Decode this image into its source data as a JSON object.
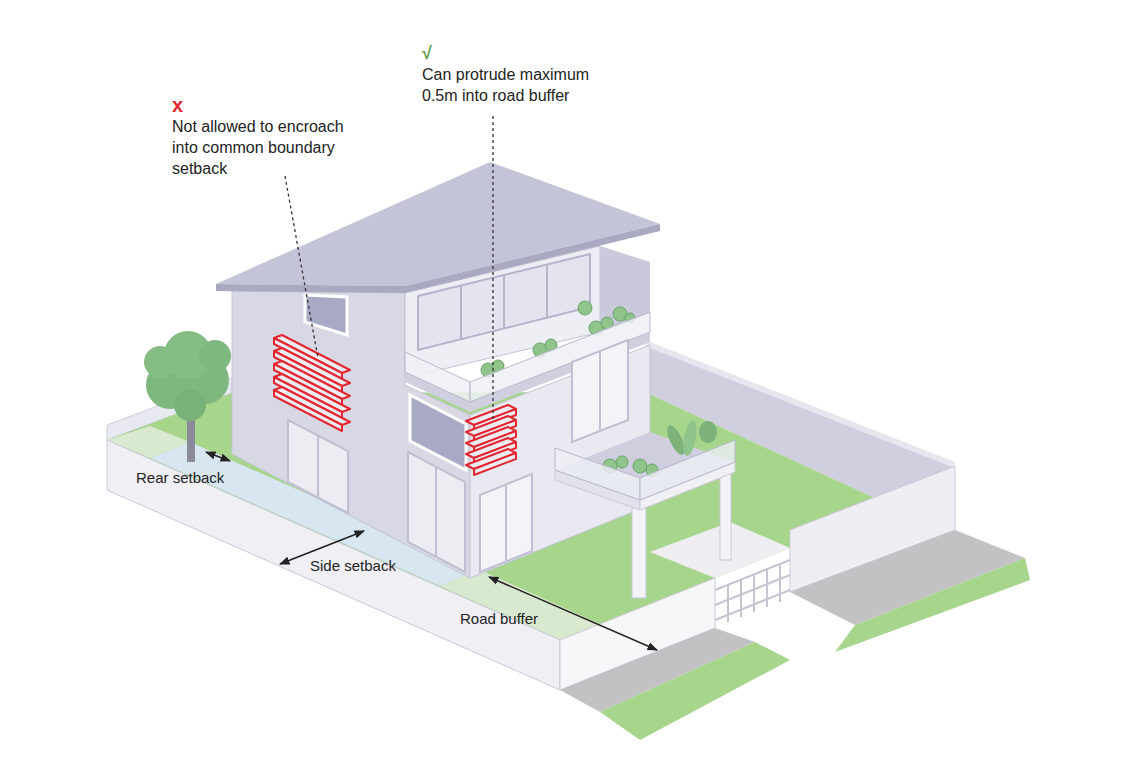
{
  "diagram": {
    "labels": [
      "x",
      "Not allowed to encroach into common boundary setback",
      "√",
      "Can protrude maximum 0.5m into road buffer",
      "Rear setback",
      "Side setback",
      "Road buffer"
    ]
  }
}
